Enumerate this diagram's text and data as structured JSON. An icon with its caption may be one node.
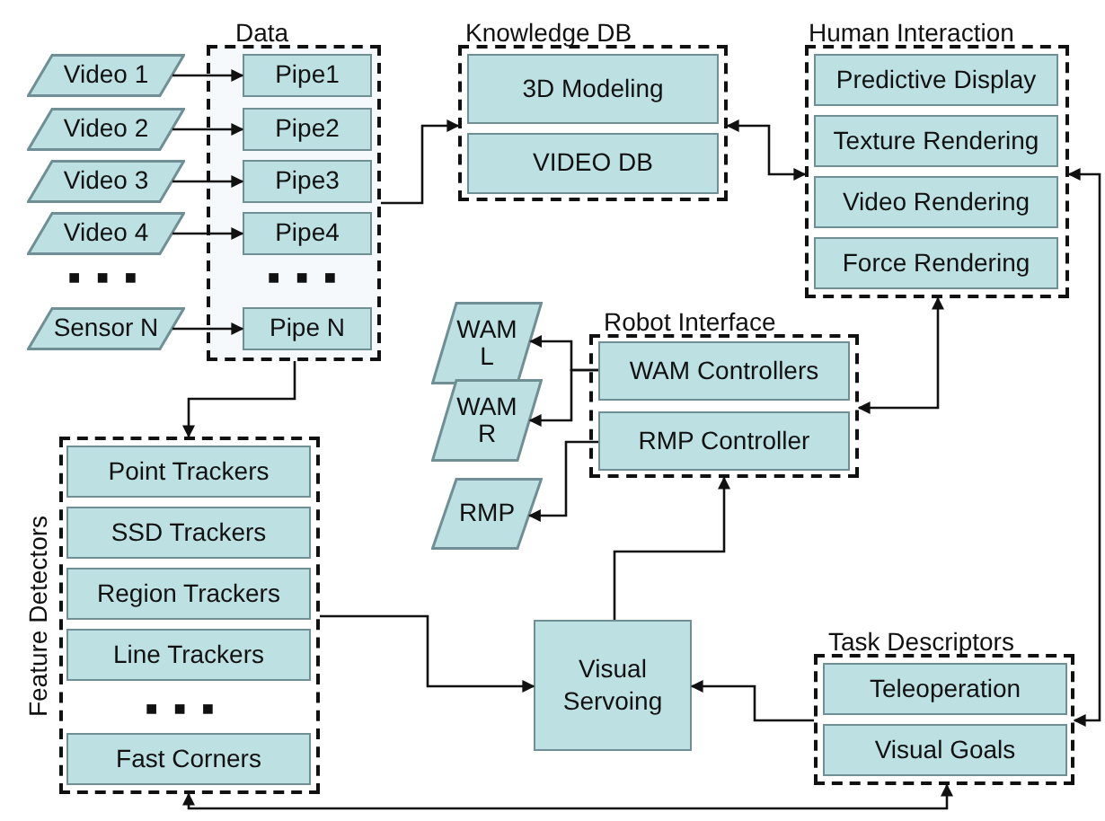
{
  "diagram": {
    "nodes": [
      {
        "text": [
          "Video 1"
        ]
      },
      {
        "text": [
          "Video 2"
        ]
      },
      {
        "text": [
          "Video 3"
        ]
      },
      {
        "text": [
          "Video 4"
        ]
      },
      {
        "text": [
          "Sensor N"
        ]
      },
      {
        "text": [
          "Data"
        ]
      },
      {
        "text": [
          "Pipe1"
        ],
        "in": 5
      },
      {
        "text": [
          "Pipe2"
        ],
        "in": 5
      },
      {
        "text": [
          "Pipe3"
        ],
        "in": 5
      },
      {
        "text": [
          "Pipe4"
        ],
        "in": 5
      },
      {
        "text": [
          "Pipe N"
        ],
        "in": 5
      },
      {
        "text": [
          "Knowledge DB"
        ]
      },
      {
        "text": [
          "3D Modeling"
        ],
        "in": 11
      },
      {
        "text": [
          "VIDEO DB"
        ],
        "in": 11
      },
      {
        "text": [
          "Human Interaction"
        ]
      },
      {
        "text": [
          "Predictive Display"
        ],
        "in": 14
      },
      {
        "text": [
          "Texture Rendering"
        ],
        "in": 14
      },
      {
        "text": [
          "Video Rendering"
        ],
        "in": 14
      },
      {
        "text": [
          "Force Rendering"
        ],
        "in": 14
      },
      {
        "text": [
          "WAM L"
        ]
      },
      {
        "text": [
          "WAM R"
        ]
      },
      {
        "text": [
          "RMP"
        ]
      },
      {
        "text": [
          "Robot Interface"
        ]
      },
      {
        "text": [
          "WAM Controllers"
        ],
        "in": 22
      },
      {
        "text": [
          "RMP Controller"
        ],
        "in": 22
      },
      {
        "text": [
          "Feature Detectors"
        ]
      },
      {
        "text": [
          "Point Trackers"
        ],
        "in": 25
      },
      {
        "text": [
          "SSD Trackers"
        ],
        "in": 25
      },
      {
        "text": [
          "Region Trackers"
        ],
        "in": 25
      },
      {
        "text": [
          "Line Trackers"
        ],
        "in": 25
      },
      {
        "text": [
          "Fast Corners"
        ],
        "in": 25
      },
      {
        "text": [
          "Visual Servoing"
        ]
      },
      {
        "text": [
          "Task Descriptors"
        ]
      },
      {
        "text": [
          "Teleoperation"
        ],
        "in": 32
      },
      {
        "text": [
          "Visual Goals"
        ],
        "in": 32
      }
    ],
    "edges": [
      {
        "from": 0,
        "to": 6,
        "arrow": "to"
      },
      {
        "from": 1,
        "to": 7,
        "arrow": "to"
      },
      {
        "from": 2,
        "to": 8,
        "arrow": "to"
      },
      {
        "from": 3,
        "to": 9,
        "arrow": "to"
      },
      {
        "from": 4,
        "to": 10,
        "arrow": "to"
      },
      {
        "from": 5,
        "to": 11,
        "arrow": "to"
      },
      {
        "from": 11,
        "to": 14,
        "arrow": "both"
      },
      {
        "from": 14,
        "to": 22,
        "arrow": "both"
      },
      {
        "from": 14,
        "to": 32,
        "arrow": "both"
      },
      {
        "from": 23,
        "to": 19,
        "arrow": "to"
      },
      {
        "from": 23,
        "to": 20,
        "arrow": "to"
      },
      {
        "from": 24,
        "to": 21,
        "arrow": "to"
      },
      {
        "from": 5,
        "to": 25,
        "arrow": "to"
      },
      {
        "from": 25,
        "to": 31,
        "arrow": "to"
      },
      {
        "from": 32,
        "to": 31,
        "arrow": "to"
      },
      {
        "from": 31,
        "to": 22,
        "arrow": "to"
      },
      {
        "from": 32,
        "to": 25,
        "arrow": "both"
      }
    ],
    "labels": [
      "■ ■ ■",
      "■ ■ ■",
      "■ ■ ■"
    ]
  }
}
